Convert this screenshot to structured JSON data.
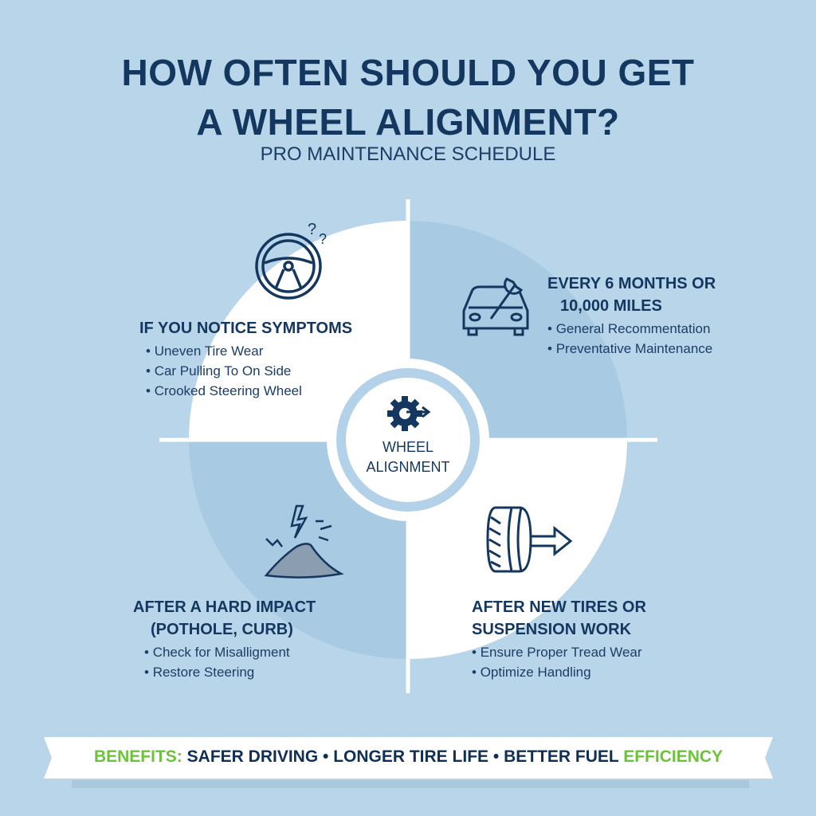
{
  "header": {
    "title_line1": "HOW OFTEN SHOULD YOU GET",
    "title_line2": "A WHEEL ALIGNMENT?",
    "subtitle": "PRO MAINTENANCE SCHEDULE"
  },
  "center": {
    "line1": "WHEEL",
    "line2": "ALIGNMENT",
    "icon": "gear-arrow-icon"
  },
  "quadrants": [
    {
      "icon": "steering-wheel-question-icon",
      "heading_line1": "IF YOU NOTICE SYMPTOMS",
      "heading_line2": "",
      "items": [
        "Uneven Tire Wear",
        "Car Pulling To On Side",
        "Crooked Steering Wheel"
      ]
    },
    {
      "icon": "car-wrench-icon",
      "heading_line1": "EVERY 6 MONTHS OR",
      "heading_line2": "10,000 MILES",
      "items": [
        "General Recommentation",
        "Preventative Maintenance"
      ]
    },
    {
      "icon": "pothole-impact-icon",
      "heading_line1": "AFTER A HARD IMPACT",
      "heading_line2": "(POTHOLE, CURB)",
      "items": [
        "Check for Misalligment",
        "Restore Steering"
      ]
    },
    {
      "icon": "tire-arrow-icon",
      "heading_line1": "AFTER NEW TIRES OR",
      "heading_line2": "SUSPENSION WORK",
      "items": [
        "Ensure Proper Tread Wear",
        "Optimize Handling"
      ]
    }
  ],
  "banner": {
    "label": "BENEFITS:",
    "item1": "SAFER DRIVING",
    "sep": " • ",
    "item2": "LONGER TIRE LIFE",
    "item3_a": "BETTER FUEL",
    "item3_b": "EFFICIENCY"
  },
  "colors": {
    "background": "#b9d5e9",
    "navy": "#14375f",
    "accent_green": "#6cc23a",
    "quadrant_blue": "#a8cae3",
    "white": "#ffffff"
  }
}
